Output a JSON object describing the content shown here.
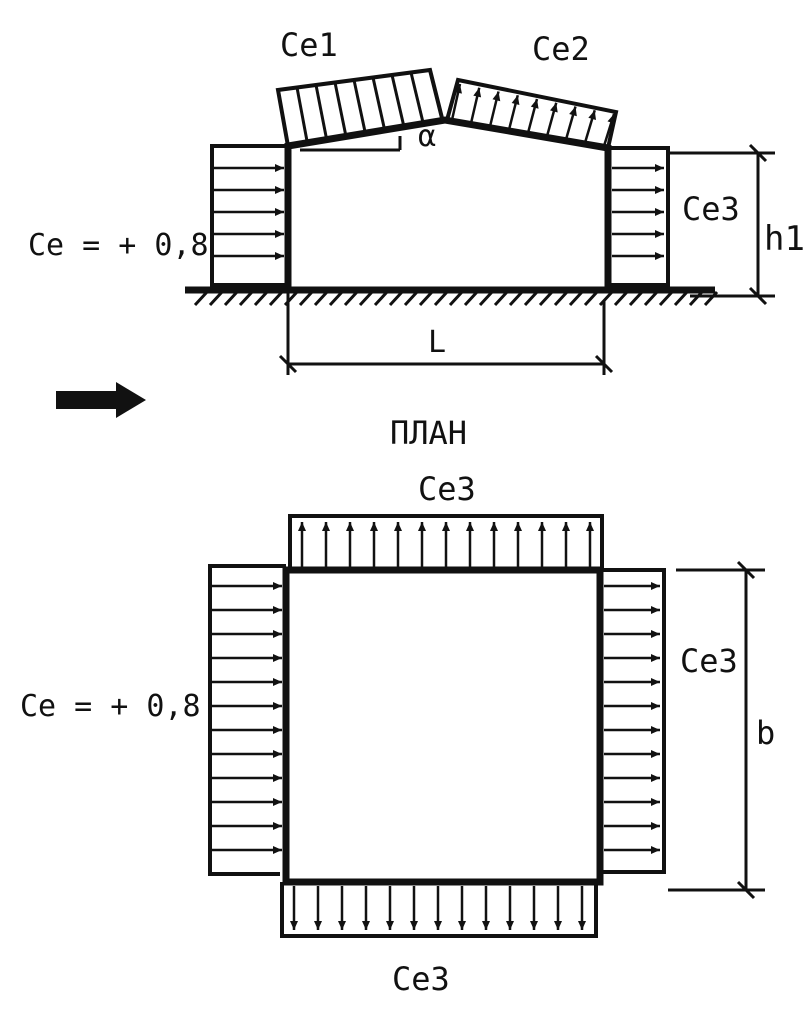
{
  "elevation": {
    "windward_label": "Ce = + 0,8",
    "roof_left_label": "Ce1",
    "roof_right_label": "Ce2",
    "leeward_label": "Ce3",
    "angle_label": "α",
    "height_label": "h1",
    "span_label": "L"
  },
  "plan": {
    "title": "ПЛАН",
    "windward_label": "Ce = + 0,8",
    "top_label": "Ce3",
    "right_label": "Ce3",
    "bottom_label": "Ce3",
    "depth_label": "b"
  },
  "colors": {
    "ink": "#111111",
    "background": "#ffffff"
  }
}
